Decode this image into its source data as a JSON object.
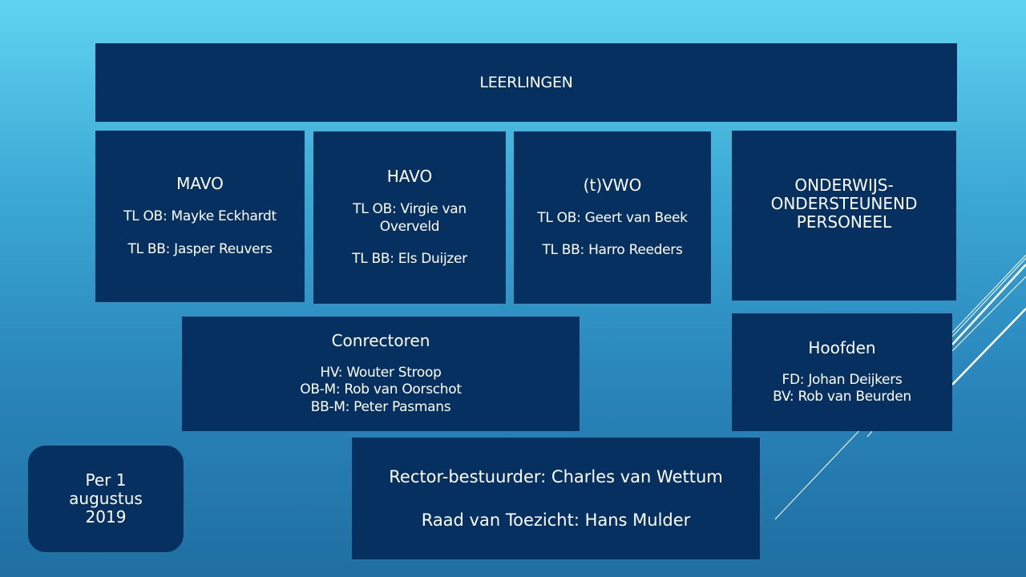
{
  "leerlingen": "LEERLINGEN",
  "mavo": {
    "title": "MAVO",
    "lines": [
      "TL OB: Mayke Eckhardt",
      "TL BB: Jasper Reuvers"
    ]
  },
  "havo": {
    "title": "HAVO",
    "lines": [
      "TL OB: Virgie van",
      "Overveld",
      "TL BB: Els Duijzer"
    ]
  },
  "vwo": {
    "title": "(t)VWO",
    "lines": [
      "TL OB: Geert van Beek",
      "TL BB: Harro Reeders"
    ]
  },
  "oop": {
    "lines": [
      "ONDERWIJS-",
      "ONDERSTEUNEND",
      "PERSONEEL"
    ]
  },
  "conrectoren": {
    "title": "Conrectoren",
    "lines": [
      "HV: Wouter Stroop",
      "OB-M: Rob van Oorschot",
      "BB-M: Peter Pasmans"
    ]
  },
  "hoofden": {
    "title": "Hoofden",
    "lines": [
      "FD: Johan Deijkers",
      "BV: Rob van Beurden"
    ]
  },
  "date": {
    "lines": [
      "Per 1",
      "augustus",
      "2019"
    ]
  },
  "bestuur": {
    "lines": [
      "Rector-bestuurder: Charles van Wettum",
      "Raad van Toezicht: Hans Mulder"
    ]
  }
}
